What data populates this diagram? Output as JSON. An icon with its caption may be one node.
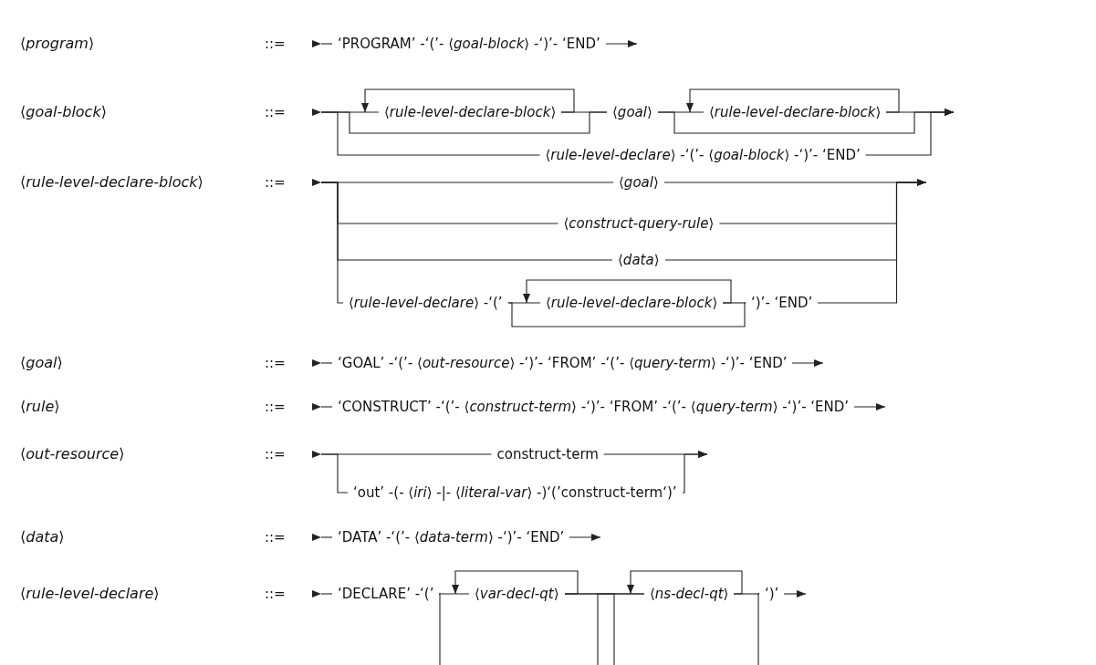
{
  "diagram": {
    "nodes": [
      {
        "text": [
          "‘PROGRAM’ -‘(’- ⟨*goal-block*⟩ -‘)’- ‘END’"
        ]
      },
      {
        "text": [
          "⟨*rule-level-declare-block*⟩"
        ]
      },
      {
        "text": [
          "⟨*goal*⟩"
        ]
      },
      {
        "text": [
          "⟨*rule-level-declare-block*⟩"
        ]
      },
      {
        "text": [
          "⟨*rule-level-declare*⟩ -‘(’- ⟨*goal-block*⟩ -‘)’- ‘END’"
        ]
      },
      {
        "text": [
          "⟨*goal*⟩"
        ]
      },
      {
        "text": [
          "⟨*construct-query-rule*⟩"
        ]
      },
      {
        "text": [
          "⟨*data*⟩"
        ]
      },
      {
        "text": [
          "⟨*rule-level-declare*⟩ -‘(’"
        ]
      },
      {
        "text": [
          "⟨*rule-level-declare-block*⟩"
        ]
      },
      {
        "text": [
          "‘)’- ‘END’"
        ]
      },
      {
        "text": [
          "‘GOAL’ -‘(’- ⟨*out-resource*⟩ -‘)’- ‘FROM’ -‘(’- ⟨*query-term*⟩ -‘)’- ‘END’"
        ]
      },
      {
        "text": [
          "‘CONSTRUCT’ -‘(’- ⟨*construct-term*⟩ -‘)’- ‘FROM’ -‘(’- ⟨*query-term*⟩ -‘)’- ‘END’"
        ]
      },
      {
        "text": [
          "construct-term"
        ]
      },
      {
        "text": [
          "‘out’ -(- ⟨*iri*⟩ -|- ⟨*literal-var*⟩ -)‘(’construct-term‘)’"
        ]
      },
      {
        "text": [
          "‘DATA’ -‘(’- ⟨*data-term*⟩ -‘)’- ‘END’"
        ]
      },
      {
        "text": [
          "‘DECLARE’ -‘(’"
        ]
      },
      {
        "text": [
          "⟨*var-decl-qt*⟩"
        ]
      },
      {
        "text": [
          "⟨*ns-decl-qt*⟩"
        ]
      },
      {
        "text": [
          "‘)’"
        ]
      },
      {
        "text": [],
        "shape": "triangle"
      },
      {
        "text": [],
        "shape": "triangle"
      },
      {
        "text": [],
        "shape": "triangle"
      },
      {
        "text": [],
        "shape": "triangle"
      },
      {
        "text": [],
        "shape": "triangle"
      },
      {
        "text": [],
        "shape": "triangle"
      },
      {
        "text": [],
        "shape": "triangle"
      },
      {
        "text": [],
        "shape": "triangle"
      }
    ],
    "edges": [
      {
        "from": 20,
        "to": 0,
        "arrow": "none"
      },
      {
        "from": 0,
        "to": null,
        "arrow": "to"
      },
      {
        "from": 21,
        "to": 1,
        "arrow": "none"
      },
      {
        "from": 21,
        "to": 2,
        "arrow": "none"
      },
      {
        "from": 21,
        "to": 4,
        "arrow": "none"
      },
      {
        "from": 1,
        "to": 1,
        "arrow": "to"
      },
      {
        "from": 1,
        "to": 2,
        "arrow": "none"
      },
      {
        "from": 2,
        "to": 3,
        "arrow": "none"
      },
      {
        "from": 2,
        "to": null,
        "arrow": "to"
      },
      {
        "from": 3,
        "to": 3,
        "arrow": "to"
      },
      {
        "from": 3,
        "to": null,
        "arrow": "to"
      },
      {
        "from": 4,
        "to": null,
        "arrow": "to"
      },
      {
        "from": 22,
        "to": 5,
        "arrow": "none"
      },
      {
        "from": 22,
        "to": 6,
        "arrow": "none"
      },
      {
        "from": 22,
        "to": 7,
        "arrow": "none"
      },
      {
        "from": 22,
        "to": 8,
        "arrow": "none"
      },
      {
        "from": 5,
        "to": null,
        "arrow": "to"
      },
      {
        "from": 6,
        "to": null,
        "arrow": "to"
      },
      {
        "from": 7,
        "to": null,
        "arrow": "to"
      },
      {
        "from": 8,
        "to": 9,
        "arrow": "none"
      },
      {
        "from": 8,
        "to": 10,
        "arrow": "none"
      },
      {
        "from": 9,
        "to": 9,
        "arrow": "to"
      },
      {
        "from": 9,
        "to": 10,
        "arrow": "none"
      },
      {
        "from": 10,
        "to": null,
        "arrow": "to"
      },
      {
        "from": 23,
        "to": 11,
        "arrow": "none"
      },
      {
        "from": 11,
        "to": null,
        "arrow": "to"
      },
      {
        "from": 24,
        "to": 12,
        "arrow": "none"
      },
      {
        "from": 12,
        "to": null,
        "arrow": "to"
      },
      {
        "from": 25,
        "to": 13,
        "arrow": "none"
      },
      {
        "from": 25,
        "to": 14,
        "arrow": "none"
      },
      {
        "from": 13,
        "to": null,
        "arrow": "to"
      },
      {
        "from": 14,
        "to": null,
        "arrow": "to"
      },
      {
        "from": 26,
        "to": 15,
        "arrow": "none"
      },
      {
        "from": 15,
        "to": null,
        "arrow": "to"
      },
      {
        "from": 27,
        "to": 16,
        "arrow": "none"
      },
      {
        "from": 16,
        "to": 17,
        "arrow": "none"
      },
      {
        "from": 16,
        "to": null,
        "arrow": "none"
      },
      {
        "from": 17,
        "to": 17,
        "arrow": "to"
      },
      {
        "from": 17,
        "to": 18,
        "arrow": "none"
      },
      {
        "from": null,
        "to": 18,
        "arrow": "none"
      },
      {
        "from": 17,
        "to": null,
        "arrow": "none"
      },
      {
        "from": 18,
        "to": 18,
        "arrow": "to"
      },
      {
        "from": 18,
        "to": 19,
        "arrow": "none"
      },
      {
        "from": null,
        "to": 19,
        "arrow": "none"
      },
      {
        "from": 19,
        "to": null,
        "arrow": "to"
      }
    ],
    "labels": [
      "⟨*program*⟩",
      "::=",
      "⟨*goal-block*⟩",
      "::=",
      "⟨*rule-level-declare-block*⟩",
      "::=",
      "⟨*goal*⟩",
      "::=",
      "⟨*rule*⟩",
      "::=",
      "⟨*out-resource*⟩",
      "::=",
      "⟨*data*⟩",
      "::=",
      "⟨*rule-level-declare*⟩",
      "::="
    ]
  }
}
